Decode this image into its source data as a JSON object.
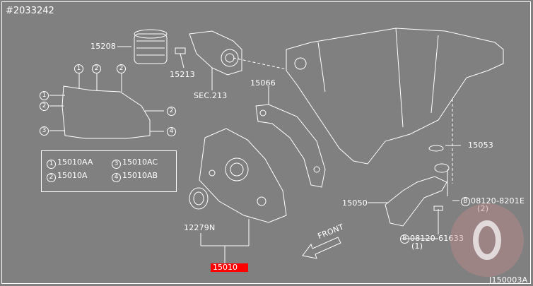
{
  "header": {
    "catalog_id": "#2033242"
  },
  "parts": {
    "p15208": "15208",
    "p15213": "15213",
    "sec213": "SEC.213",
    "p15066": "15066",
    "p15053": "15053",
    "p15050": "15050",
    "p12279n": "12279N",
    "p15010": "15010",
    "bolt1": "08120-8201E",
    "bolt1_qty": "(2)",
    "bolt2": "08120-61633",
    "bolt2_qty": "(1)",
    "bolt_marker": "B",
    "front": "FRONT"
  },
  "callouts": {
    "c1": "1",
    "c2": "2",
    "c3": "3",
    "c4": "4"
  },
  "legend": [
    {
      "num": "1",
      "code": "15010AA"
    },
    {
      "num": "3",
      "code": "15010AC"
    },
    {
      "num": "2",
      "code": "15010A"
    },
    {
      "num": "4",
      "code": "15010AB"
    }
  ],
  "footer": {
    "code": "J150003A"
  },
  "colors": {
    "background": "#808080",
    "line": "#ffffff",
    "highlight": "#ff0000"
  }
}
